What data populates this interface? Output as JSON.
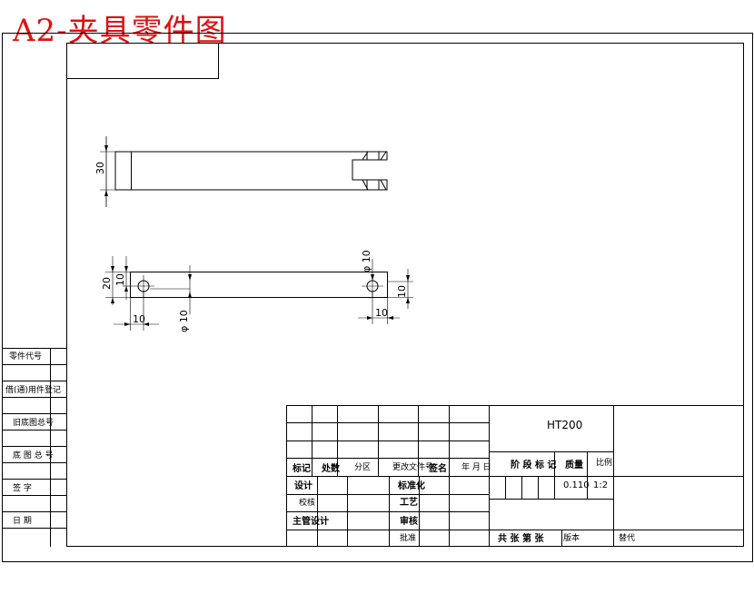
{
  "title": "A2-夹具零件图",
  "dimensions": {
    "top_height": "30",
    "height_20": "20",
    "left_hole_v": "10",
    "left_hole_h": "10",
    "right_hole_h": "10",
    "right_hole_v": "10",
    "left_dia": "φ 10",
    "right_dia": "φ 10"
  },
  "side_table": {
    "rows": [
      "零件代号",
      "借(通)用件登记",
      "旧底图总号",
      "底 图 总 号",
      "签    字",
      "日    期"
    ]
  },
  "title_block": {
    "material": "HT200",
    "headers": {
      "mark": "标记",
      "count": "处数",
      "zone": "分区",
      "change_no": "更改文件号",
      "signature": "签名",
      "date": "年 月 日"
    },
    "roles": {
      "design": "设计",
      "check": "校核",
      "chief": "主管设计",
      "standard": "标准化",
      "process": "工艺",
      "review": "审核",
      "approve": "批准"
    },
    "stage_mark": "阶 段 标 记",
    "weight_label": "质量",
    "scale_label": "比例",
    "weight_value": "0.110",
    "scale_value": "1:2",
    "sheets": "共  张  第  张",
    "version": "版本",
    "replace": "替代"
  }
}
